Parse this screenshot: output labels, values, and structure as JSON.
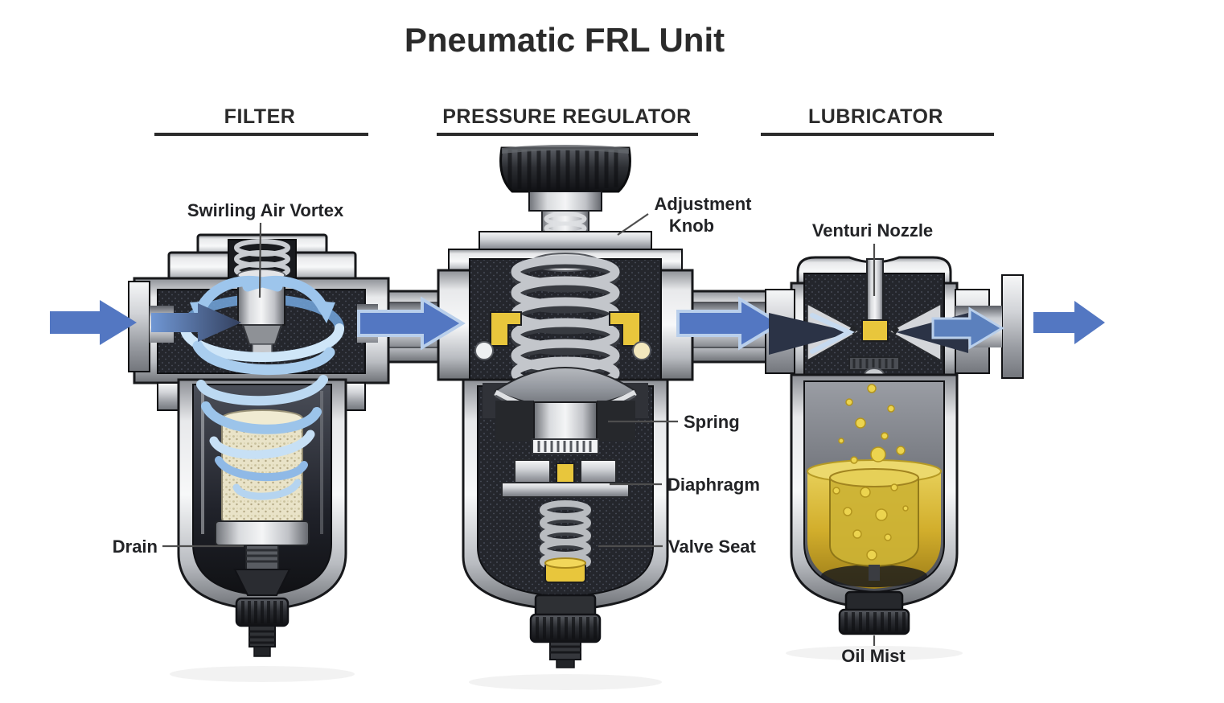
{
  "title": "Pneumatic FRL Unit",
  "sections": [
    {
      "id": "filter",
      "label": "FILTER"
    },
    {
      "id": "pressure-regulator",
      "label": "PRESSURE REGULATOR"
    },
    {
      "id": "lubricator",
      "label": "LUBRICATOR"
    }
  ],
  "part_labels": {
    "swirling_air_vortex": "Swirling Air Vortex",
    "drain": "Drain",
    "adjustment_knob": {
      "line1": "Adjustment",
      "line2": "Knob"
    },
    "spring": "Spring",
    "diaphragm": "Diaphragm",
    "valve_seat": "Valve Seat",
    "venturi_nozzle": "Venturi Nozzle",
    "oil_mist": "Oil Mist"
  },
  "flow": {
    "direction": "left-to-right"
  },
  "colors": {
    "background": "#FFFFFF",
    "text": "#2B2B2B",
    "leader_line": "#4E4E4E",
    "flow_arrow_blue": "#5377C2",
    "flow_arrow_navy": "#2B3346",
    "vortex_light_blue": "#CFE6F8",
    "vortex_mid_blue": "#7FB0E2",
    "seal_yellow": "#E8C63C",
    "oil_gold": "#D2AE2C",
    "filter_media_beige": "#E9E3C8",
    "metal_light": "#F2F3F5",
    "metal_shadow": "#73767C",
    "housing_dark": "#24262C",
    "knob_black": "#2C2E33"
  }
}
